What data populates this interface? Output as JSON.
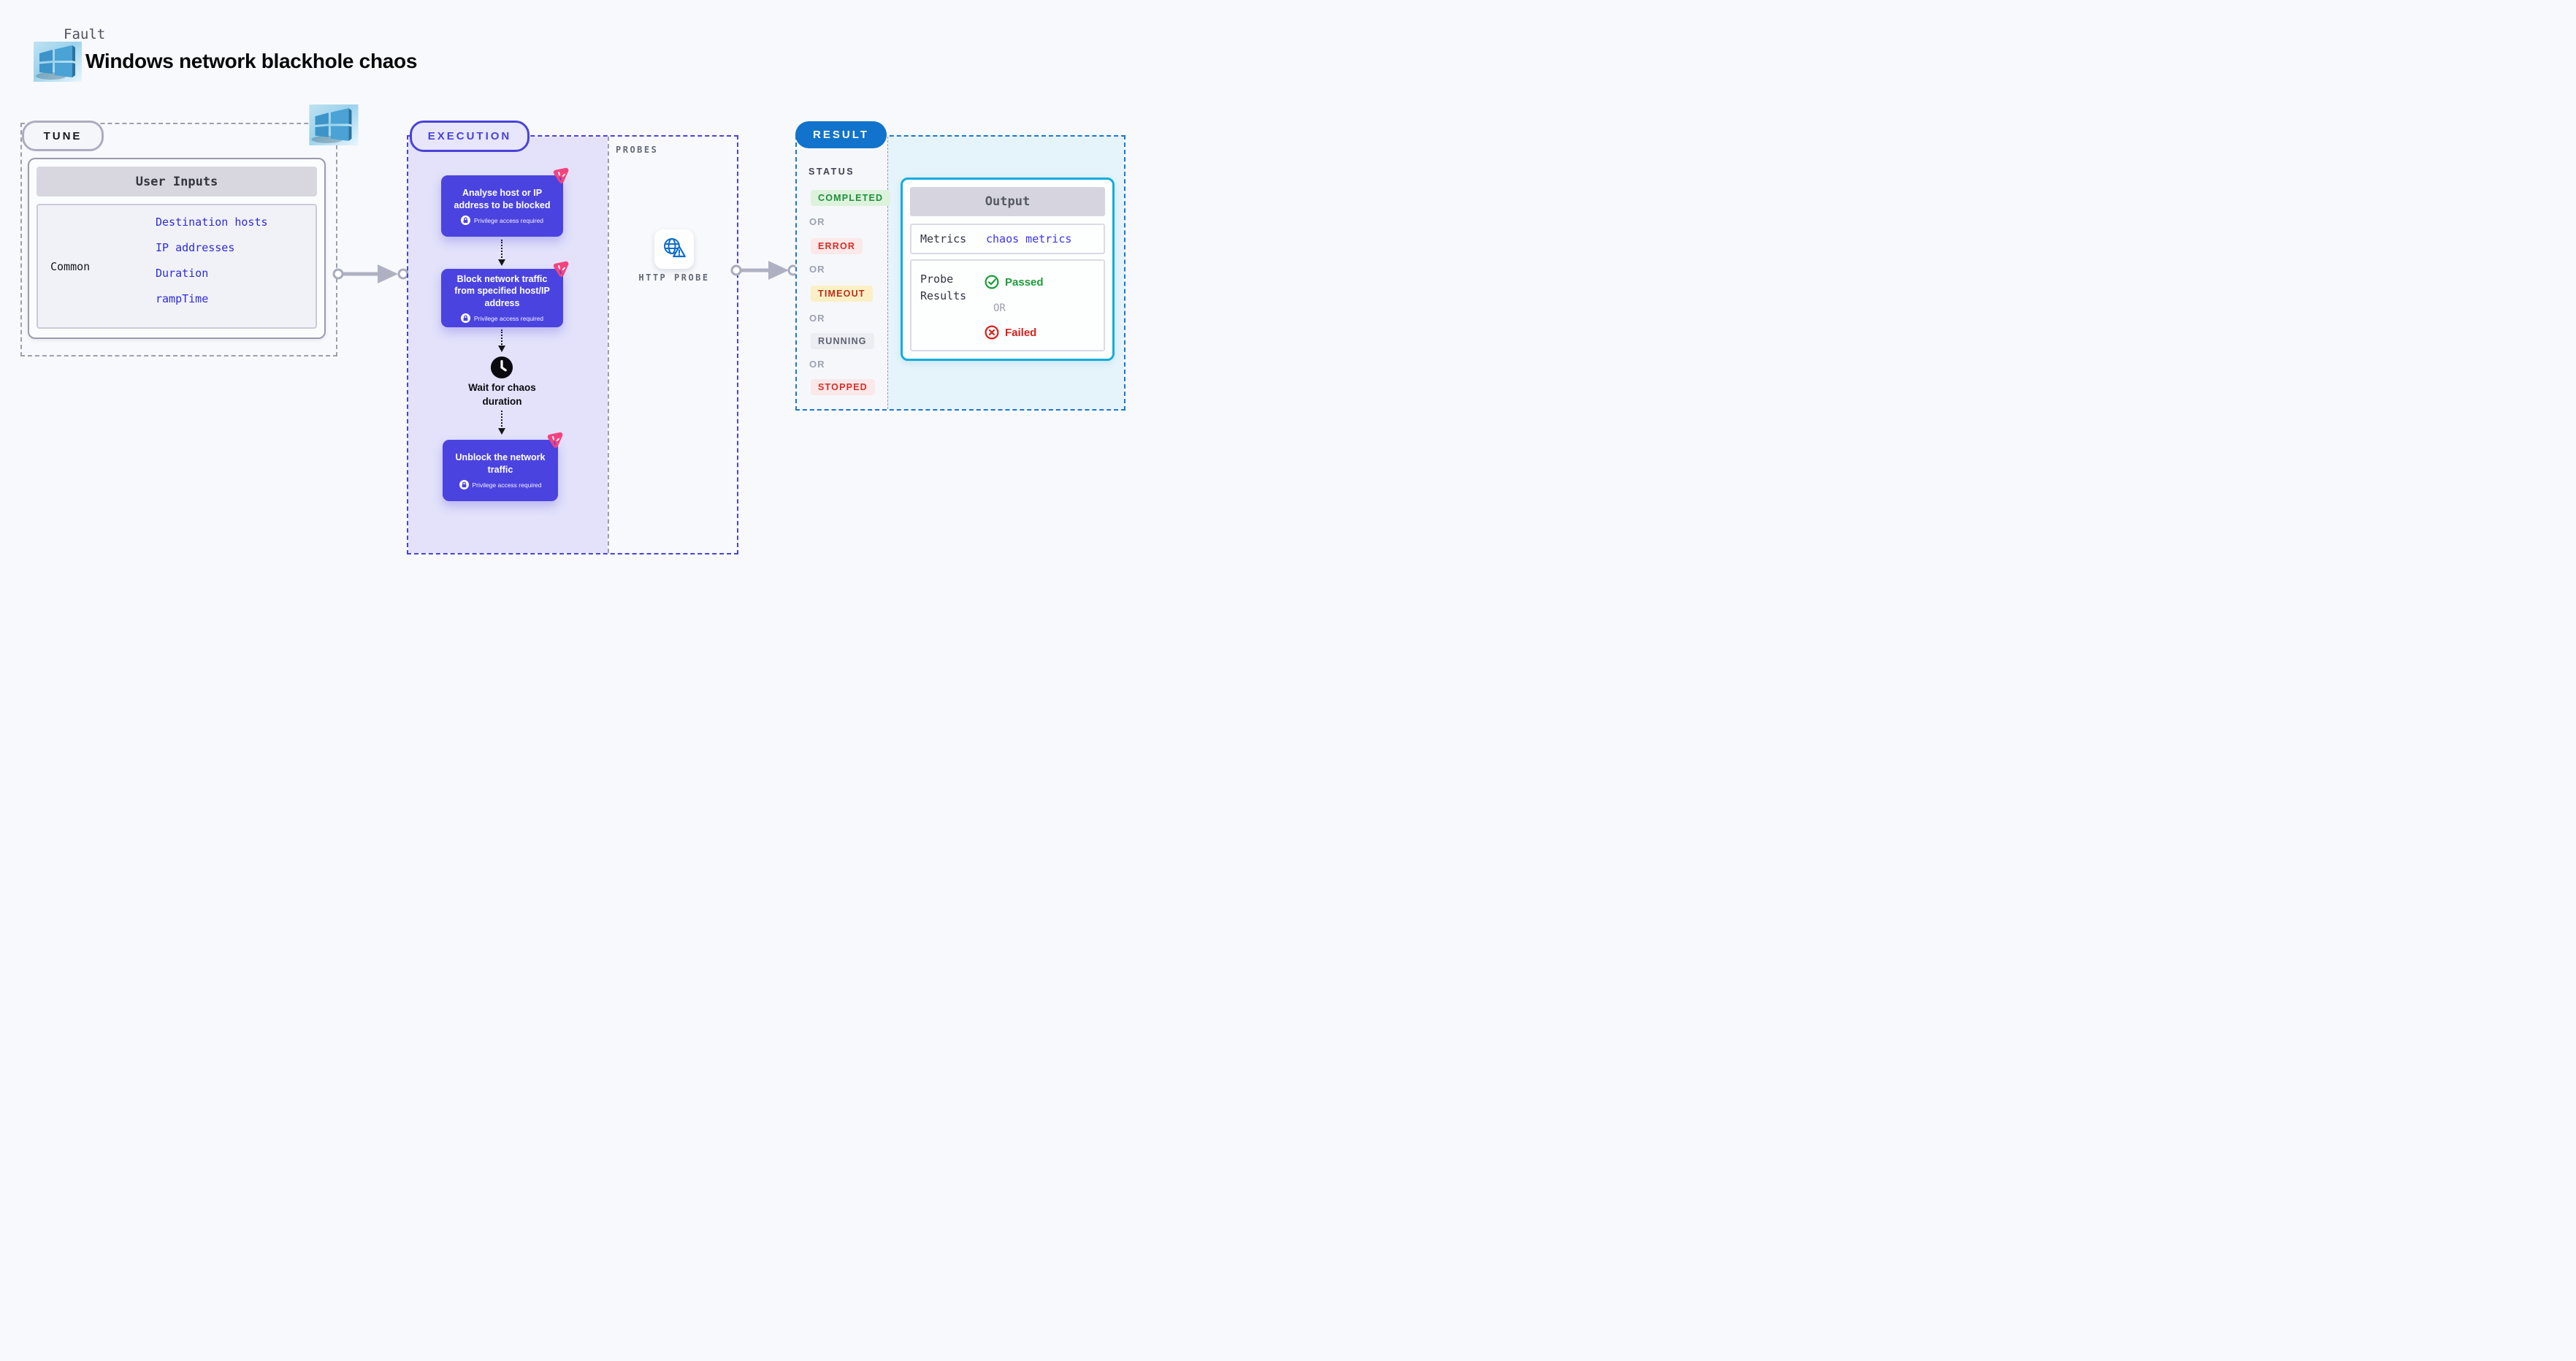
{
  "header": {
    "kicker": "Fault",
    "title": "Windows network blackhole chaos"
  },
  "icons": {
    "logo": "windows-3d-logo",
    "step_corner": "chaos-scenario-icon",
    "privilege": "lock-icon",
    "wait": "clock-icon",
    "probe": "globe-warning-icon",
    "connector": "arrow-right-icon"
  },
  "colors": {
    "accent_indigo": "#4B43DF",
    "accent_blue": "#1173CB",
    "accent_cyan": "#12ADDC",
    "link_indigo": "#2E2AD9",
    "success_green": "#1D9038",
    "error_red": "#D62E28",
    "warning_bg": "#FBF0C5",
    "chaos_pink": "#F4437E",
    "lavender_fill": "#E3E2FA",
    "result_fill": "#E5F4FB"
  },
  "tune": {
    "label": "TUNE",
    "card_header": "User Inputs",
    "row_label": "Common",
    "links": [
      "Destination hosts",
      "IP addresses",
      "Duration",
      "rampTime"
    ]
  },
  "execution": {
    "label": "EXECUTION",
    "steps": [
      {
        "title": "Analyse host or IP address to be blocked",
        "badge": "Privilege access required"
      },
      {
        "title": "Block network traffic from specified host/IP address",
        "badge": "Privilege access required"
      },
      {
        "title": "Unblock the network traffic",
        "badge": "Privilege access required"
      }
    ],
    "wait_label": "Wait for chaos duration"
  },
  "probes": {
    "label": "PROBES",
    "probe_name": "HTTP PROBE"
  },
  "result": {
    "label": "RESULT",
    "status_title": "STATUS",
    "or_label": "OR",
    "badges": [
      {
        "text": "COMPLETED",
        "type": "success"
      },
      {
        "text": "ERROR",
        "type": "error"
      },
      {
        "text": "TIMEOUT",
        "type": "warning"
      },
      {
        "text": "RUNNING",
        "type": "neutral"
      },
      {
        "text": "STOPPED",
        "type": "error"
      }
    ],
    "output": {
      "header": "Output",
      "metrics_label": "Metrics",
      "metrics_link": "chaos metrics",
      "probe_results_label": "Probe Results",
      "passed_label": "Passed",
      "or_label": "OR",
      "failed_label": "Failed"
    }
  }
}
